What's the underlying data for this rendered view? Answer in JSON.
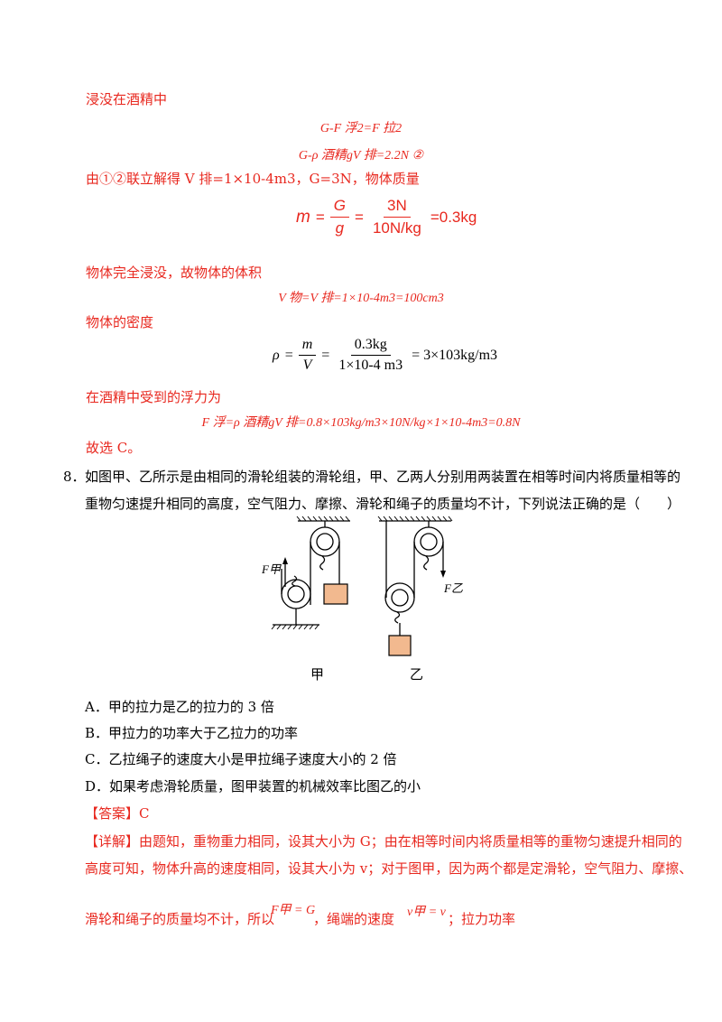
{
  "sol7": {
    "line_alcohol": "浸没在酒精中",
    "eq_f_pull2": "G-F 浮2=F 拉2",
    "eq_rho_alcohol": "G-ρ 酒精gV 排=2.2N ②",
    "solve_line": "由①②联立解得 V 排=1×10-4m3，G=3N，物体质量",
    "mass_lhs": "m",
    "mass_G": "G",
    "mass_g": "g",
    "mass_num": "3N",
    "mass_den": "10N/kg",
    "mass_result": "=0.3kg",
    "volume_line": "物体完全浸没，故物体的体积",
    "volume_eq": "V 物=V 排=1×10-4m3=100cm3",
    "density_line": "物体的密度",
    "density_lhs": "ρ",
    "density_m": "m",
    "density_V": "V",
    "density_num": "0.3kg",
    "density_den": "1×10-4 m3",
    "density_result": "= 3×103kg/m3",
    "buoy_line": "在酒精中受到的浮力为",
    "buoy_eq": "F 浮=ρ 酒精gV 排=0.8×103kg/m3×10N/kg×1×10-4m3=0.8N",
    "choose": "故选 C。"
  },
  "q8": {
    "number": "8．",
    "stem_line1": "如图甲、乙所示是由相同的滑轮组装的滑轮组，甲、乙两人分别用两装置在相等时间内将质量相等的",
    "stem_line2": "重物匀速提升相同的高度，空气阻力、摩擦、滑轮和绳子的质量均不计，下列说法正确的是（　　）",
    "figure": {
      "label_F_jia": "F甲",
      "label_F_yi": "F乙",
      "caption_jia": "甲",
      "caption_yi": "乙",
      "box_color": "#f2b98f"
    },
    "options": [
      "A．甲的拉力是乙的拉力的 3 倍",
      "B．甲拉力的功率大于乙拉力的功率",
      "C．乙拉绳子的速度大小是甲拉绳子速度大小的 2 倍",
      "D．如果考虑滑轮质量，图甲装置的机械效率比图乙的小"
    ],
    "answer": "【答案】C",
    "detail_line1": "【详解】由题知，重物重力相同，设其大小为 G；由在相等时间内将质量相等的重物匀速提升相同的",
    "detail_line2": "高度可知，物体升高的速度相同，设其大小为 v；对于图甲，因为两个都是定滑轮，空气阻力、摩擦、",
    "detail_line3a": "滑轮和绳子的质量均不计，所以",
    "detail_F_eq": "F甲 = G",
    "detail_line3b": "，绳端的速度",
    "detail_v_eq": "v甲 = v",
    "detail_line3c": "；拉力功率"
  }
}
